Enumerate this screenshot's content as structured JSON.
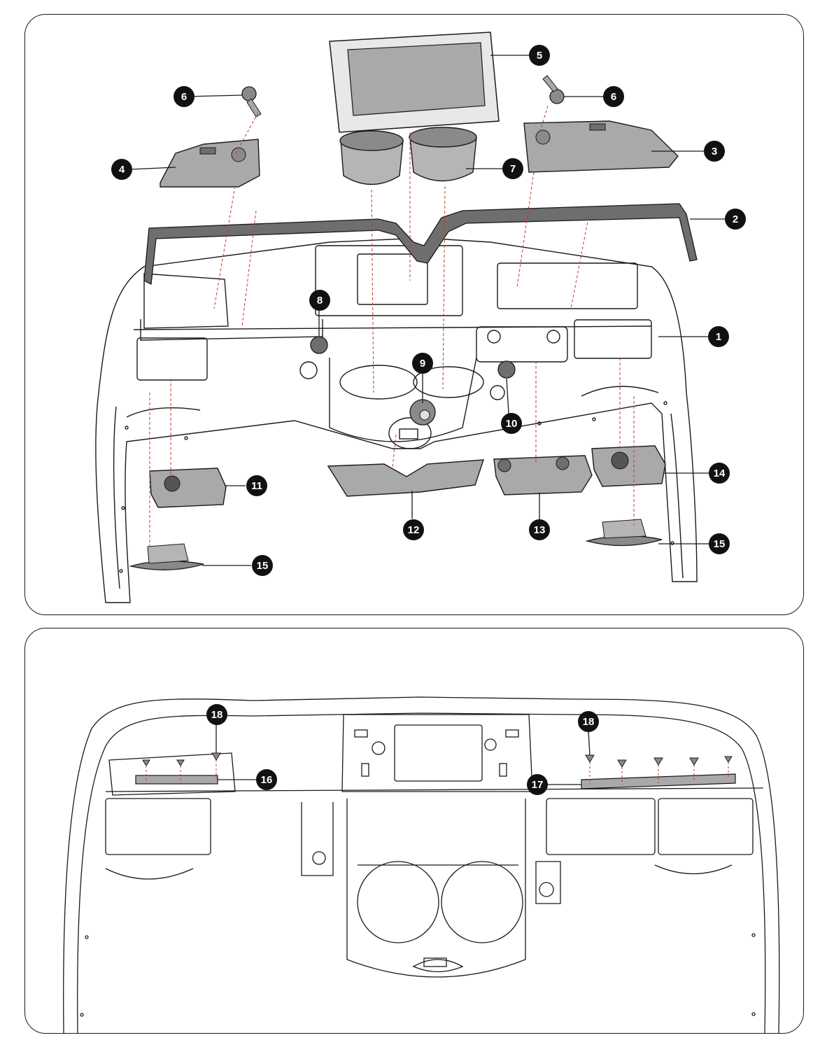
{
  "top_panel": {
    "callouts": [
      {
        "label": "1"
      },
      {
        "label": "2"
      },
      {
        "label": "3"
      },
      {
        "label": "4"
      },
      {
        "label": "5"
      },
      {
        "label": "6"
      },
      {
        "label": "6"
      },
      {
        "label": "7"
      },
      {
        "label": "8"
      },
      {
        "label": "9"
      },
      {
        "label": "10"
      },
      {
        "label": "11"
      },
      {
        "label": "12"
      },
      {
        "label": "13"
      },
      {
        "label": "14"
      },
      {
        "label": "15"
      },
      {
        "label": "15"
      }
    ]
  },
  "bottom_panel": {
    "callouts": [
      {
        "label": "18"
      },
      {
        "label": "18"
      },
      {
        "label": "16"
      },
      {
        "label": "17"
      }
    ]
  },
  "colors": {
    "outline": "#1a1a1a",
    "part_fill": "#a9a9a9",
    "part_fill_dark": "#6e6e6e",
    "dash": "#c0392b",
    "callout_fill": "#111111"
  }
}
